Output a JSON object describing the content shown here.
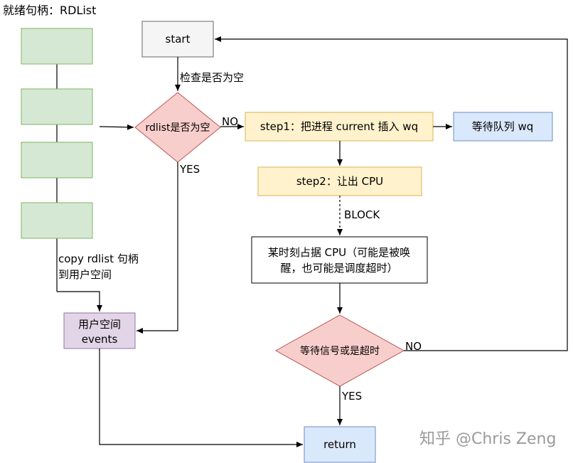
{
  "title": "就绪句柄：RDList",
  "nodes": {
    "start": "start",
    "rdlist_check": "rdlist是否为空",
    "step1": "step1：把进程 current 插入 wq",
    "waitqueue": "等待队列 wq",
    "step2": "step2：让出 CPU",
    "cpu_line1": "某时刻占据 CPU（可能是被唤",
    "cpu_line2": "醒，也可能是调度超时）",
    "signal_check": "等待信号或是超时",
    "events_line1": "用户空间",
    "events_line2": "events",
    "return": "return"
  },
  "edges": {
    "check_empty": "检查是否为空",
    "no1": "NO",
    "yes1": "YES",
    "block": "BLOCK",
    "copy_line1": "copy rdlist 句柄",
    "copy_line2": "到用户空间",
    "no2": "NO",
    "yes2": "YES"
  },
  "watermark": "知乎 @Chris Zeng",
  "colors": {
    "green_fill": "#d5e8d4",
    "green_stroke": "#82b366",
    "gray_fill": "#f5f5f5",
    "gray_stroke": "#666666",
    "red_fill": "#f8cecc",
    "red_stroke": "#b85450",
    "yellow_fill": "#fff2cc",
    "yellow_stroke": "#d6b656",
    "blue_fill": "#dae8fc",
    "blue_stroke": "#6c8ebf",
    "purple_fill": "#e1d5e7",
    "purple_stroke": "#9673a6"
  }
}
